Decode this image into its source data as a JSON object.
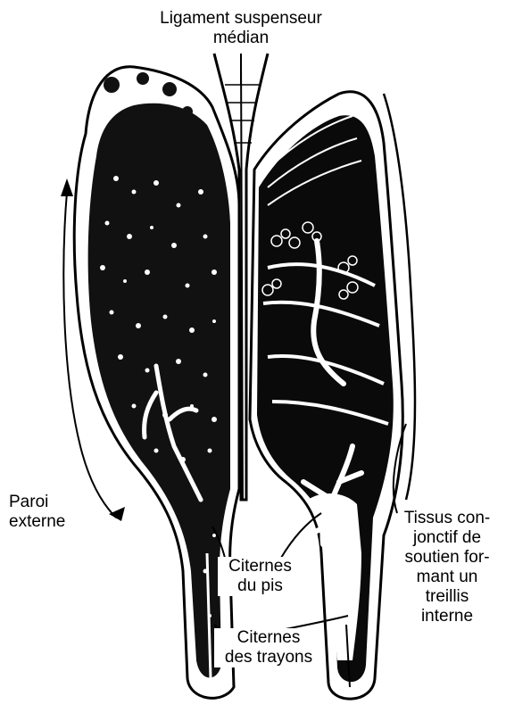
{
  "figure": {
    "labels": {
      "ligament": [
        "Ligament suspenseur",
        "médian"
      ],
      "paroi": [
        "Paroi",
        "externe"
      ],
      "tissus": [
        "Tissus con-",
        "jonctif de",
        "soutien for-",
        "mant un",
        "treillis",
        "interne"
      ],
      "citernes_pis": [
        "Citernes",
        "du pis"
      ],
      "citernes_trayons": [
        "Citernes",
        "des trayons"
      ]
    },
    "colors": {
      "ink": "#000000",
      "paper": "#ffffff"
    }
  }
}
